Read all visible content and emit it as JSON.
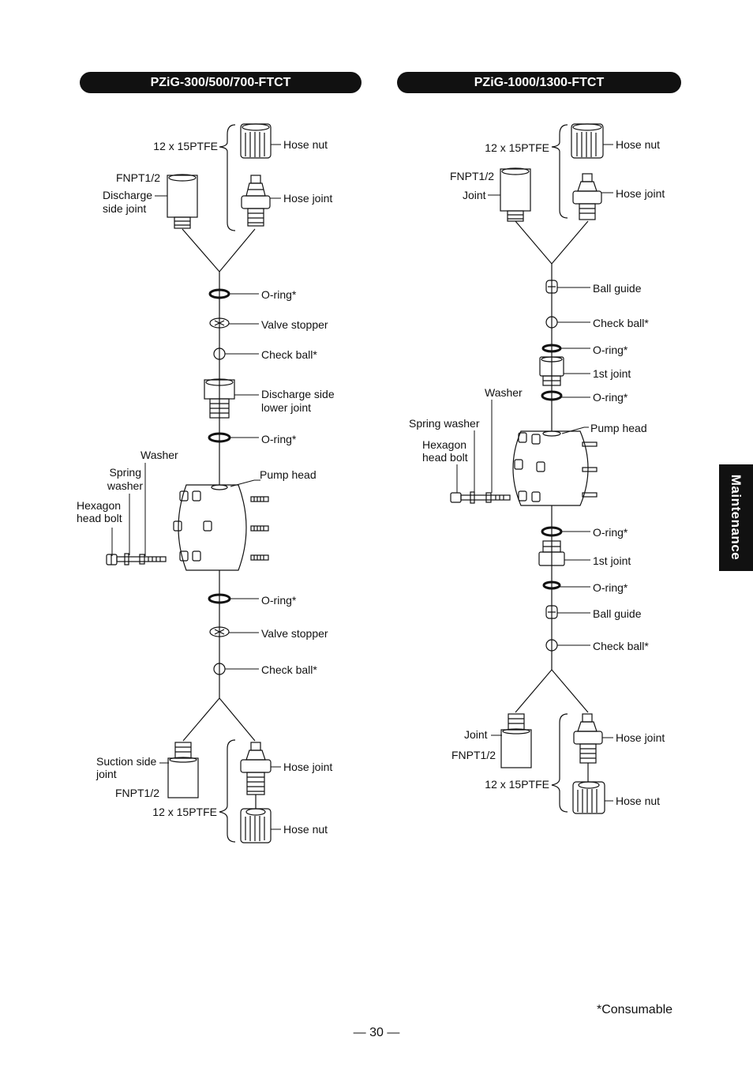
{
  "headers": {
    "left": "PZiG-300/500/700-FTCT",
    "right": "PZiG-1000/1300-FTCT"
  },
  "side_tab": "Maintenance",
  "footer": {
    "consumable": "*Consumable",
    "page": "— 30 —"
  },
  "left_labels": {
    "tube_top": "12 x 15PTFE",
    "hose_nut_top": "Hose nut",
    "fnpt_top": "FNPT1/2",
    "discharge_joint_1": "Discharge",
    "discharge_joint_2": "side joint",
    "hose_joint_top": "Hose joint",
    "oring_1": "O-ring*",
    "valve_stopper_1": "Valve stopper",
    "check_ball_1": "Check ball*",
    "discharge_lower_1": "Discharge side",
    "discharge_lower_2": "lower joint",
    "oring_2": "O-ring*",
    "washer": "Washer",
    "spring_washer_1": "Spring",
    "spring_washer_2": "washer",
    "pump_head": "Pump head",
    "hex_bolt_1": "Hexagon",
    "hex_bolt_2": "head bolt",
    "oring_3": "O-ring*",
    "valve_stopper_2": "Valve stopper",
    "check_ball_2": "Check ball*",
    "suction_joint_1": "Suction side",
    "suction_joint_2": "joint",
    "hose_joint_bottom": "Hose joint",
    "fnpt_bottom": "FNPT1/2",
    "tube_bottom": "12 x 15PTFE",
    "hose_nut_bottom": "Hose nut"
  },
  "right_labels": {
    "tube_top": "12 x 15PTFE",
    "hose_nut_top": "Hose nut",
    "fnpt_top": "FNPT1/2",
    "joint_top": "Joint",
    "hose_joint_top": "Hose joint",
    "ball_guide_1": "Ball guide",
    "check_ball_1": "Check ball*",
    "oring_1": "O-ring*",
    "first_joint_1": "1st joint",
    "washer": "Washer",
    "oring_2": "O-ring*",
    "spring_washer": "Spring washer",
    "pump_head": "Pump head",
    "hex_bolt_1": "Hexagon",
    "hex_bolt_2": "head bolt",
    "oring_3": "O-ring*",
    "first_joint_2": "1st joint",
    "oring_4": "O-ring*",
    "ball_guide_2": "Ball guide",
    "check_ball_2": "Check ball*",
    "joint_bottom": "Joint",
    "hose_joint_bottom": "Hose joint",
    "fnpt_bottom": "FNPT1/2",
    "tube_bottom": "12 x 15PTFE",
    "hose_nut_bottom": "Hose nut"
  }
}
